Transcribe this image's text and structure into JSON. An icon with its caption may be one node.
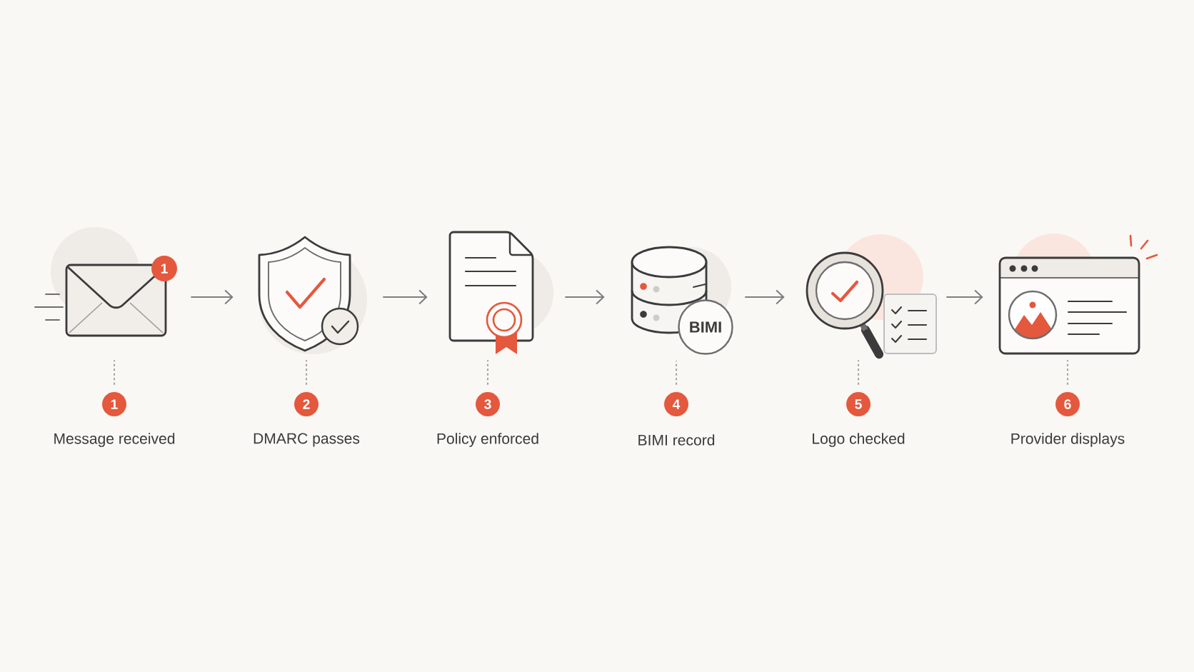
{
  "diagram": {
    "nodes": [
      {
        "text": [],
        "shape": "picture"
      },
      {
        "text": [
          "1"
        ]
      },
      {
        "text": [],
        "shape": "picture"
      },
      {
        "text": [],
        "shape": "picture"
      },
      {
        "text": [],
        "shape": "picture"
      },
      {
        "text": [
          "BIMI"
        ]
      },
      {
        "text": [],
        "shape": "picture"
      },
      {
        "text": [],
        "shape": "picture"
      },
      {
        "text": [
          "1"
        ],
        "beside": [
          "Message received"
        ]
      },
      {
        "text": [
          "2"
        ],
        "beside": [
          "DMARC passes"
        ]
      },
      {
        "text": [
          "3"
        ],
        "beside": [
          "Policy enforced"
        ]
      },
      {
        "text": [
          "4"
        ],
        "beside": [
          "BIMI record"
        ]
      },
      {
        "text": [
          "5"
        ],
        "beside": [
          "Logo checked"
        ]
      },
      {
        "text": [
          "6"
        ],
        "beside": [
          "Provider displays"
        ]
      }
    ],
    "edges": [
      {
        "from": 0,
        "to": 2,
        "arrow": "to"
      },
      {
        "from": 2,
        "to": 3,
        "arrow": "to"
      },
      {
        "from": 3,
        "to": 4,
        "arrow": "to"
      },
      {
        "from": 5,
        "to": 6,
        "arrow": "to"
      },
      {
        "from": 6,
        "to": 7,
        "arrow": "to"
      },
      {
        "from": 8,
        "to": 0,
        "arrow": "none",
        "style": "dashed"
      },
      {
        "from": 9,
        "to": 2,
        "arrow": "none",
        "style": "dashed"
      },
      {
        "from": 10,
        "to": 3,
        "arrow": "none",
        "style": "dashed"
      },
      {
        "from": 11,
        "to": 5,
        "arrow": "none",
        "style": "dashed"
      },
      {
        "from": 12,
        "to": 6,
        "arrow": "none",
        "style": "dashed"
      },
      {
        "from": 13,
        "to": 7,
        "arrow": "none",
        "style": "dashed"
      }
    ]
  }
}
